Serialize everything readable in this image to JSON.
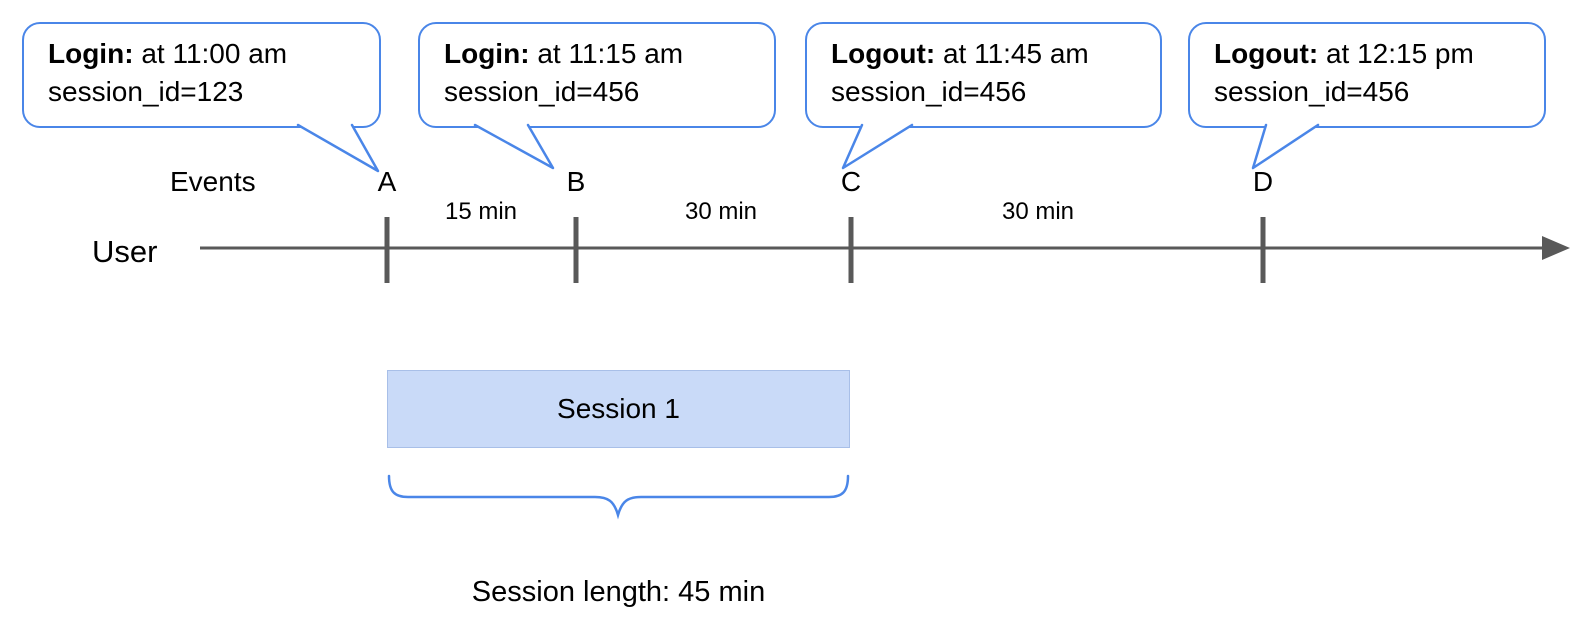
{
  "callouts": [
    {
      "event_type": "Login:",
      "time_text": "at 11:00 am",
      "session_text": "session_id=123"
    },
    {
      "event_type": "Login:",
      "time_text": "at 11:15 am",
      "session_text": "session_id=456"
    },
    {
      "event_type": "Logout:",
      "time_text": "at 11:45 am",
      "session_text": "session_id=456"
    },
    {
      "event_type": "Logout:",
      "time_text": "at 12:15 pm",
      "session_text": "session_id=456"
    }
  ],
  "timeline": {
    "user_label": "User",
    "events_label": "Events",
    "events": [
      "A",
      "B",
      "C",
      "D"
    ],
    "intervals": [
      "15 min",
      "30 min",
      "30 min"
    ]
  },
  "session": {
    "label": "Session 1",
    "length_label": "Session length: 45 min"
  },
  "colors": {
    "accent_blue": "#4a86e8",
    "session_fill": "#c9daf8",
    "axis_gray": "#595959"
  }
}
